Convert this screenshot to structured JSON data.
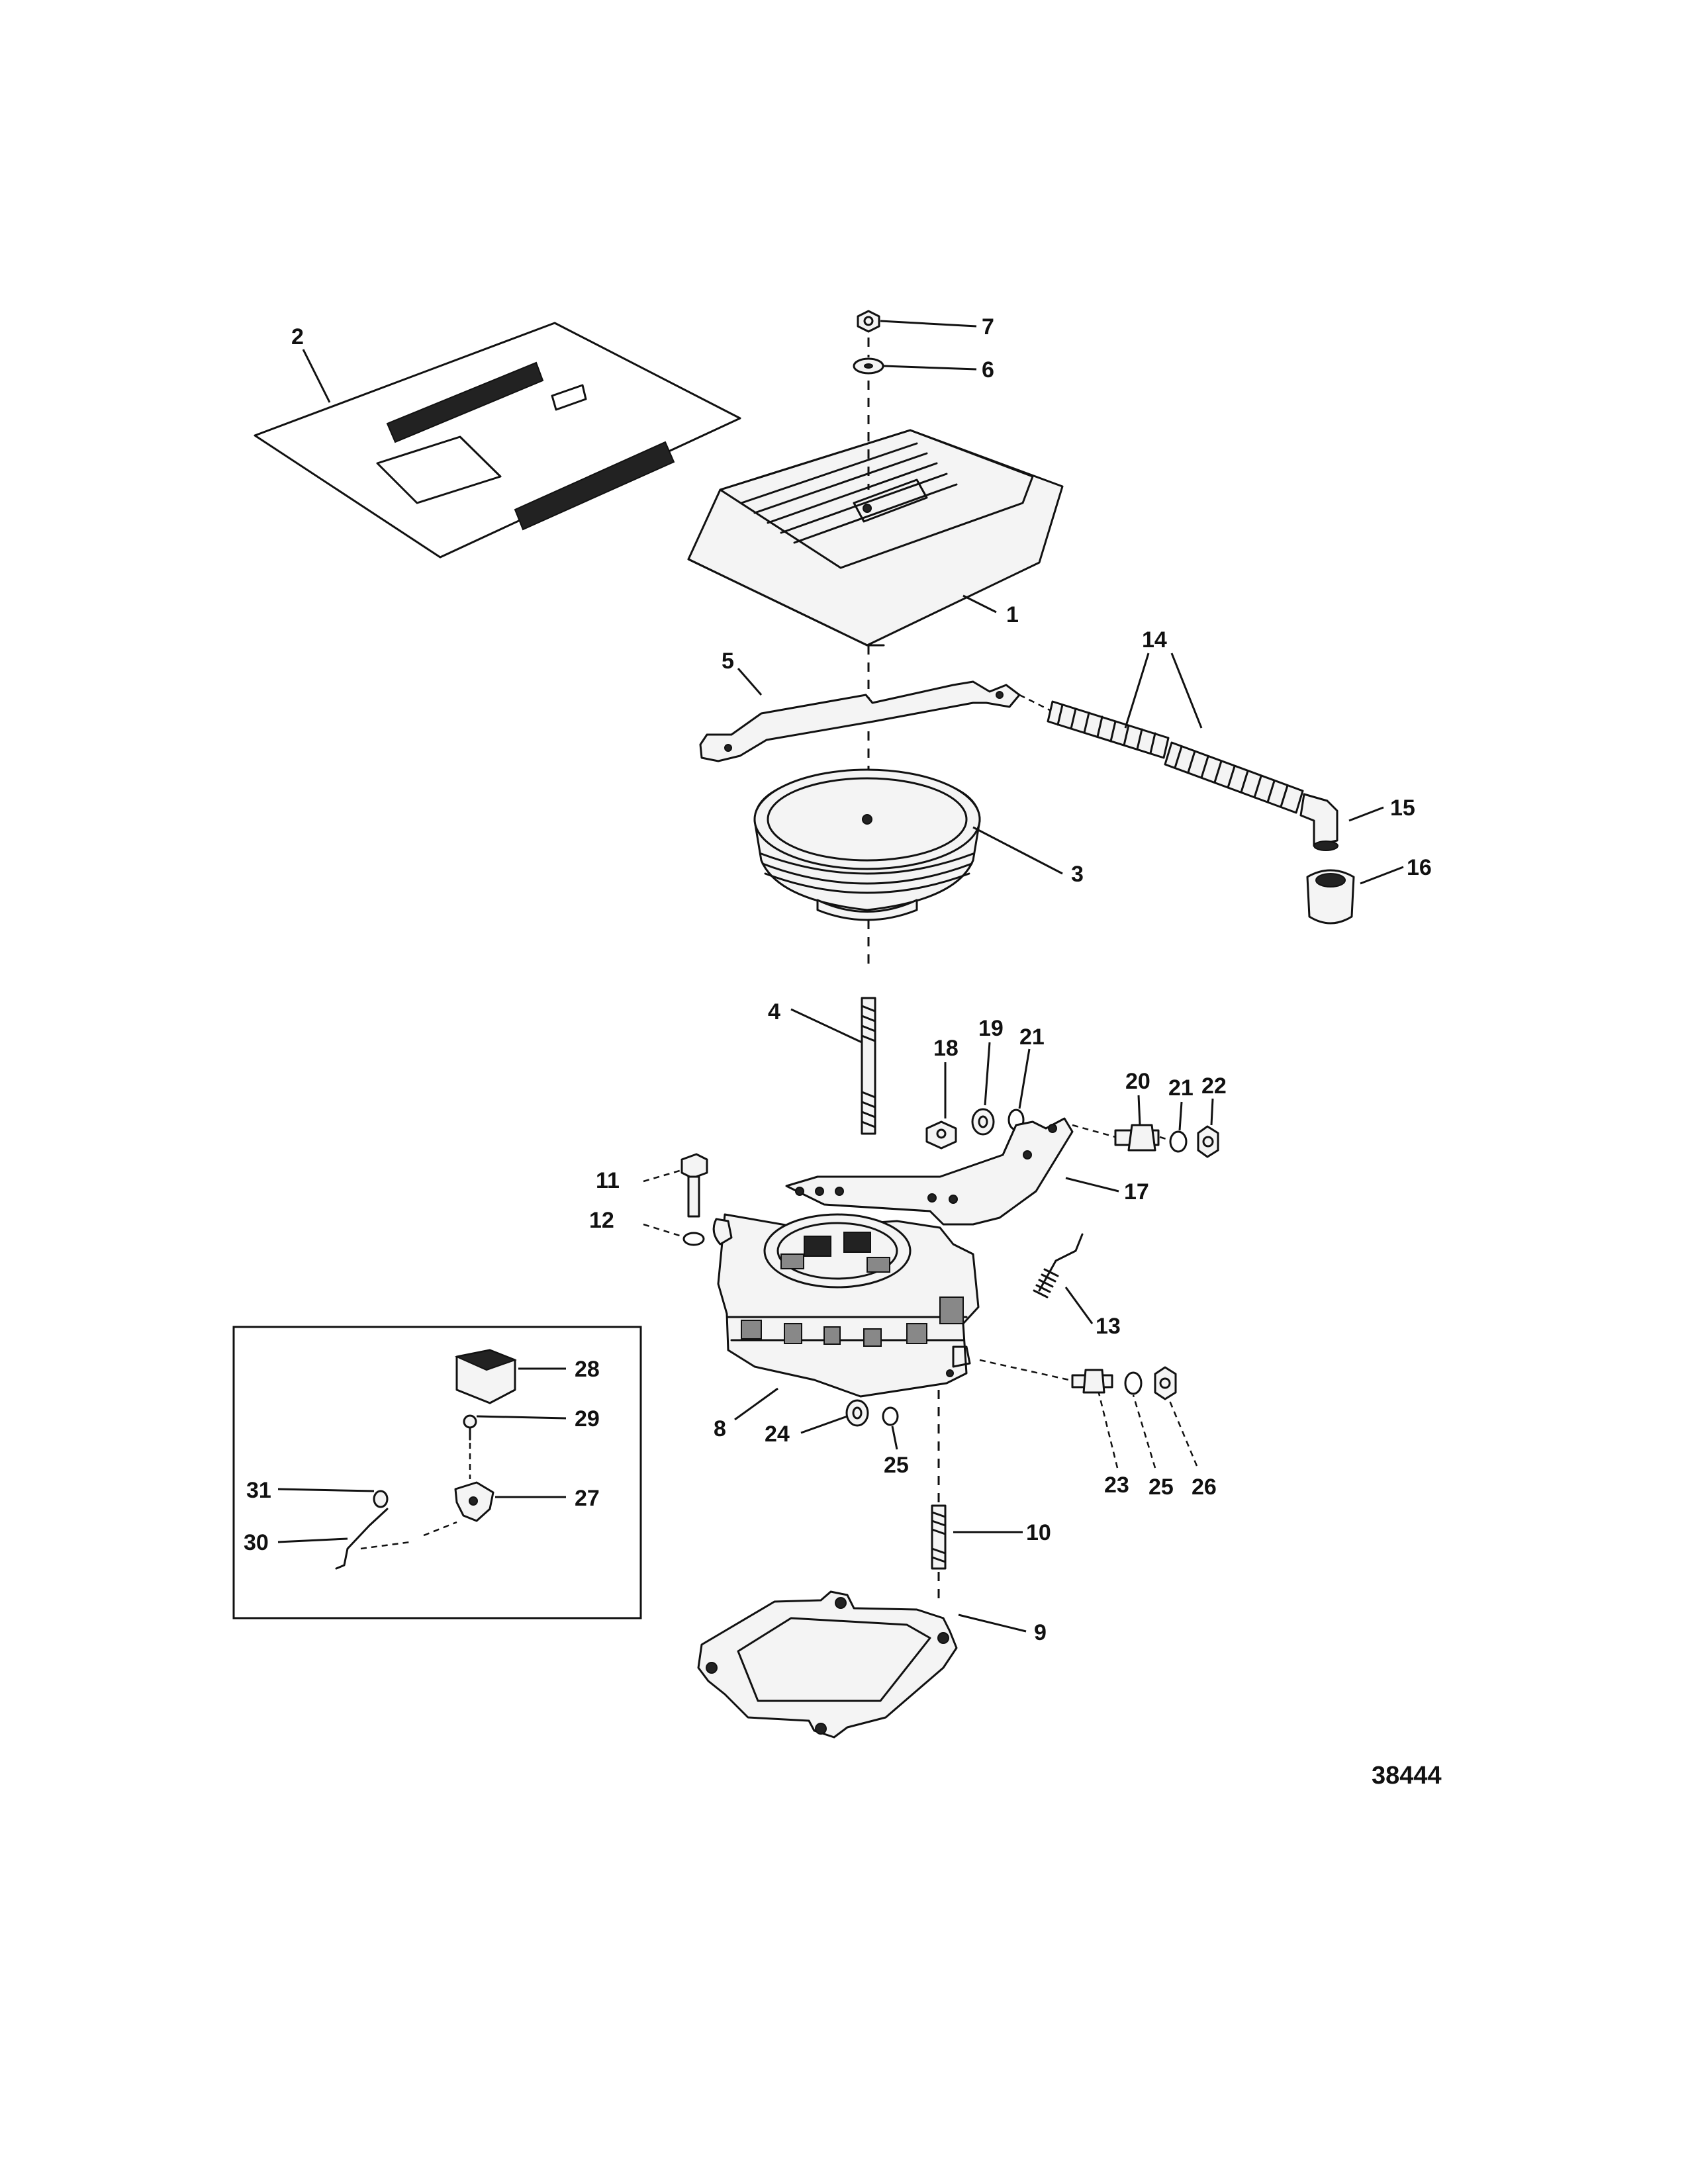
{
  "figure_number": "38444",
  "callouts": [
    "1",
    "2",
    "3",
    "4",
    "5",
    "6",
    "7",
    "8",
    "9",
    "10",
    "11",
    "12",
    "13",
    "14",
    "15",
    "16",
    "17",
    "18",
    "19",
    "20",
    "21",
    "21",
    "22",
    "23",
    "24",
    "25",
    "25",
    "26",
    "27",
    "28",
    "29",
    "30",
    "31"
  ]
}
